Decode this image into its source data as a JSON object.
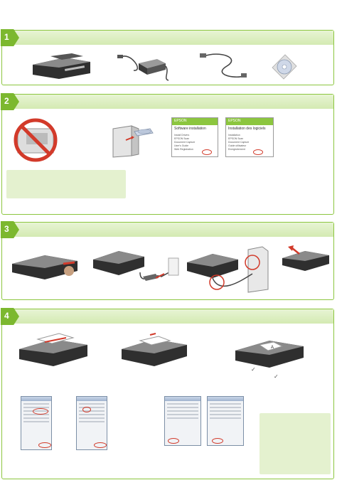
{
  "steps": [
    "1",
    "2",
    "3",
    "4"
  ],
  "screens": [
    {
      "title": "EPSON",
      "heading": "Software installation",
      "lines": [
        "Install Drivers",
        "EPSON Scan",
        "Document Capture",
        "User's Guide",
        "Web Registration"
      ]
    },
    {
      "title": "EPSON",
      "heading": "Installation des logiciels",
      "lines": [
        "Installation",
        "EPSON Scan",
        "Document Capture",
        "Guide utilisateur",
        "Enregistrement"
      ]
    }
  ],
  "colors": {
    "accent": "#8cc63f",
    "tab": "#7cb82f",
    "panel": "#e4f1cf",
    "callout": "#d23a2a"
  },
  "icons": [
    "scanner-icon",
    "power-adapter-icon",
    "usb-cable-icon",
    "cd-icon",
    "no-cd-icon",
    "computer-icon",
    "checkmark-icon"
  ]
}
